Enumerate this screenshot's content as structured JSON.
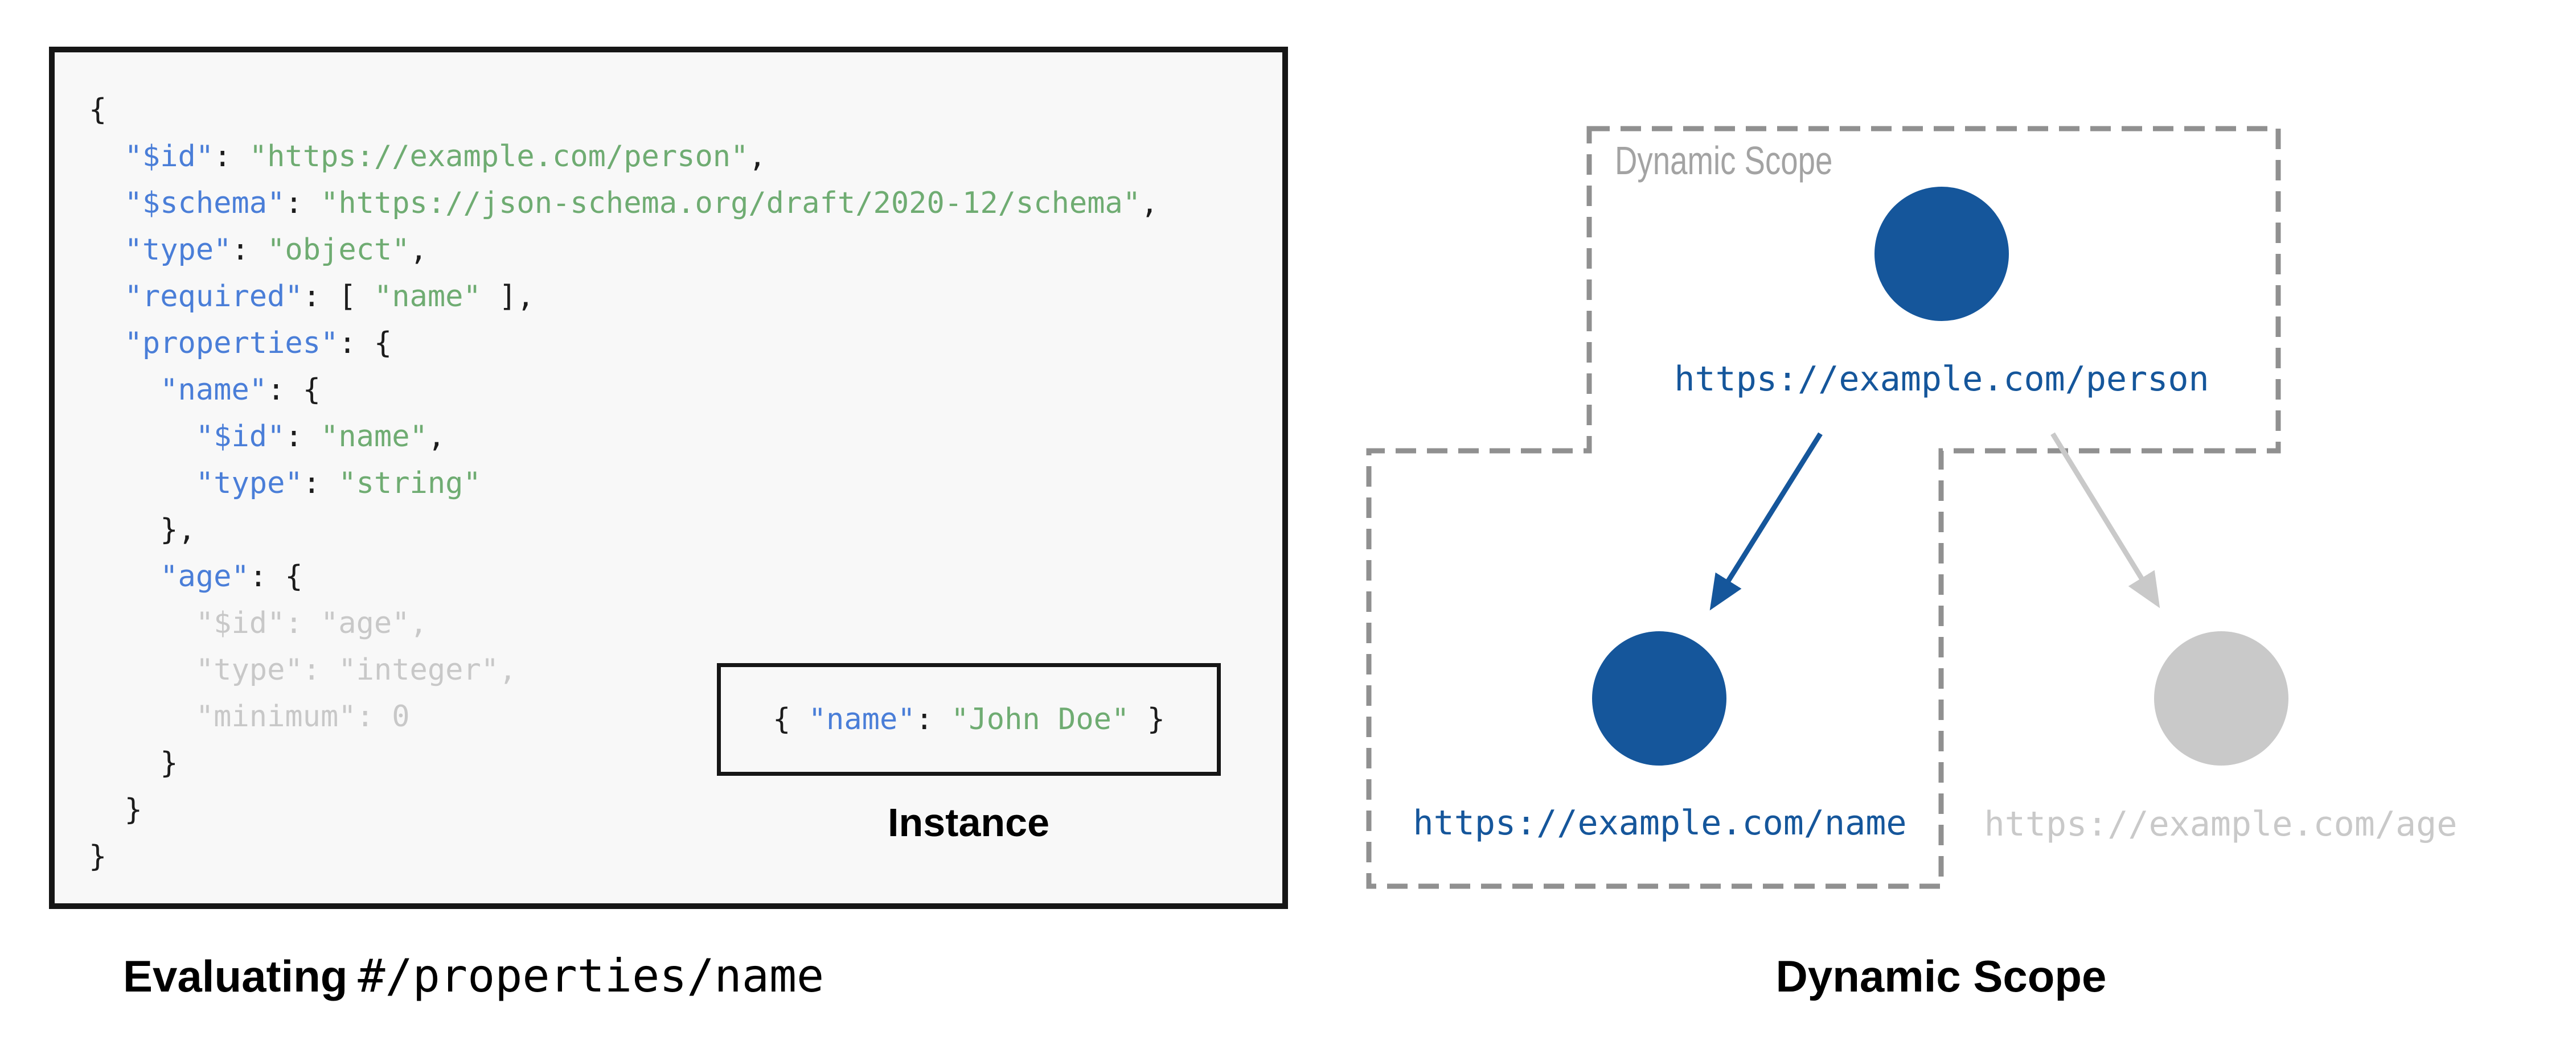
{
  "schema_panel": {
    "code_lines": [
      [
        [
          "{",
          "pun"
        ]
      ],
      [
        [
          "  ",
          "pun"
        ],
        [
          "\"$id\"",
          "key"
        ],
        [
          ": ",
          "pun"
        ],
        [
          "\"https://example.com/person\"",
          "str"
        ],
        [
          ",",
          "pun"
        ]
      ],
      [
        [
          "  ",
          "pun"
        ],
        [
          "\"$schema\"",
          "key"
        ],
        [
          ": ",
          "pun"
        ],
        [
          "\"https://json-schema.org/draft/2020-12/schema\"",
          "str"
        ],
        [
          ",",
          "pun"
        ]
      ],
      [
        [
          "  ",
          "pun"
        ],
        [
          "\"type\"",
          "key"
        ],
        [
          ": ",
          "pun"
        ],
        [
          "\"object\"",
          "str"
        ],
        [
          ",",
          "pun"
        ]
      ],
      [
        [
          "  ",
          "pun"
        ],
        [
          "\"required\"",
          "key"
        ],
        [
          ": [ ",
          "pun"
        ],
        [
          "\"name\"",
          "str"
        ],
        [
          " ],",
          "pun"
        ]
      ],
      [
        [
          "  ",
          "pun"
        ],
        [
          "\"properties\"",
          "key"
        ],
        [
          ": {",
          "pun"
        ]
      ],
      [
        [
          "    ",
          "pun"
        ],
        [
          "\"name\"",
          "key"
        ],
        [
          ": {",
          "pun"
        ]
      ],
      [
        [
          "      ",
          "pun"
        ],
        [
          "\"$id\"",
          "key"
        ],
        [
          ": ",
          "pun"
        ],
        [
          "\"name\"",
          "str"
        ],
        [
          ",",
          "pun"
        ]
      ],
      [
        [
          "      ",
          "pun"
        ],
        [
          "\"type\"",
          "key"
        ],
        [
          ": ",
          "pun"
        ],
        [
          "\"string\"",
          "str"
        ]
      ],
      [
        [
          "    },",
          "pun"
        ]
      ],
      [
        [
          "    ",
          "pun"
        ],
        [
          "\"age\"",
          "key"
        ],
        [
          ": {",
          "pun"
        ]
      ],
      [
        [
          "      \"$id\": \"age\",",
          "dim"
        ]
      ],
      [
        [
          "      \"type\": \"integer\",",
          "dim"
        ]
      ],
      [
        [
          "      \"minimum\": 0",
          "dim"
        ]
      ],
      [
        [
          "    }",
          "pun"
        ]
      ],
      [
        [
          "  }",
          "pun"
        ]
      ],
      [
        [
          "}",
          "pun"
        ]
      ]
    ],
    "instance_lines": [
      [
        [
          "{ ",
          "pun"
        ],
        [
          "\"name\"",
          "key"
        ],
        [
          ": ",
          "pun"
        ],
        [
          "\"John Doe\"",
          "str"
        ],
        [
          " }",
          "pun"
        ]
      ]
    ],
    "instance_label": "Instance"
  },
  "captions": {
    "left_bold": "Evaluating",
    "left_mono": "#/properties/name",
    "right": "Dynamic Scope"
  },
  "diagram": {
    "scope_label": "Dynamic Scope",
    "nodes": [
      {
        "id": "person",
        "label": "https://example.com/person",
        "state": "active"
      },
      {
        "id": "name",
        "label": "https://example.com/name",
        "state": "active"
      },
      {
        "id": "age",
        "label": "https://example.com/age",
        "state": "inactive"
      }
    ],
    "edges": [
      {
        "from": "person",
        "to": "name",
        "state": "active"
      },
      {
        "from": "person",
        "to": "age",
        "state": "inactive"
      }
    ]
  },
  "colors": {
    "node_active": "#15569b",
    "node_inactive": "#c9c9c9",
    "arrow_active": "#15569b",
    "arrow_inactive": "#c9c9c9",
    "scope_dash": "#909090",
    "key_blue": "#4a7ed8",
    "string_green": "#6fac72",
    "dim_gray": "#c8c8c8",
    "panel_background": "#f8f8f8"
  }
}
